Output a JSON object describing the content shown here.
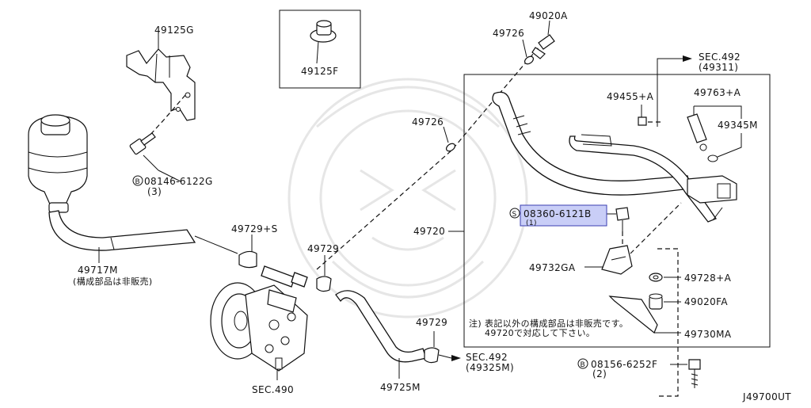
{
  "labels": {
    "p49125G": "49125G",
    "p49125F": "49125F",
    "p08146": "08146-6122G",
    "p08146_qty": "(3)",
    "p49717M": "49717M",
    "p49717M_note": "(構成部品は非販売)",
    "p49729S": "49729+S",
    "p49729a": "49729",
    "p49729b": "49729",
    "p49725M": "49725M",
    "sec490": "SEC.490",
    "sec492_bottom": "SEC.492",
    "sec492_bottom_sub": "(49325M)",
    "p49726a": "49726",
    "p49726b": "49726",
    "p49020A": "49020A",
    "sec492_top": "SEC.492",
    "sec492_top_sub": "(49311)",
    "p49455A": "49455+A",
    "p49763A": "49763+A",
    "p49345M": "49345M",
    "p49720": "49720",
    "p08360": "08360-6121B",
    "p08360_qty": "(1)",
    "p49732GA": "49732GA",
    "p49728A": "49728+A",
    "p49020FA": "49020FA",
    "p49730MA": "49730MA",
    "p08156": "08156-6252F",
    "p08156_qty": "(2)",
    "note_line1": "注) 表記以外の構成部品は非販売です。",
    "note_line2": "49720で対応して下さい。",
    "diagram_id": "J49700UT",
    "b_marker": "B",
    "s_marker": "S"
  },
  "colors": {
    "highlight_fill": "#c9cef7",
    "highlight_stroke": "#3a3fb0",
    "line": "#111111",
    "watermark": "#e6e6e6"
  }
}
